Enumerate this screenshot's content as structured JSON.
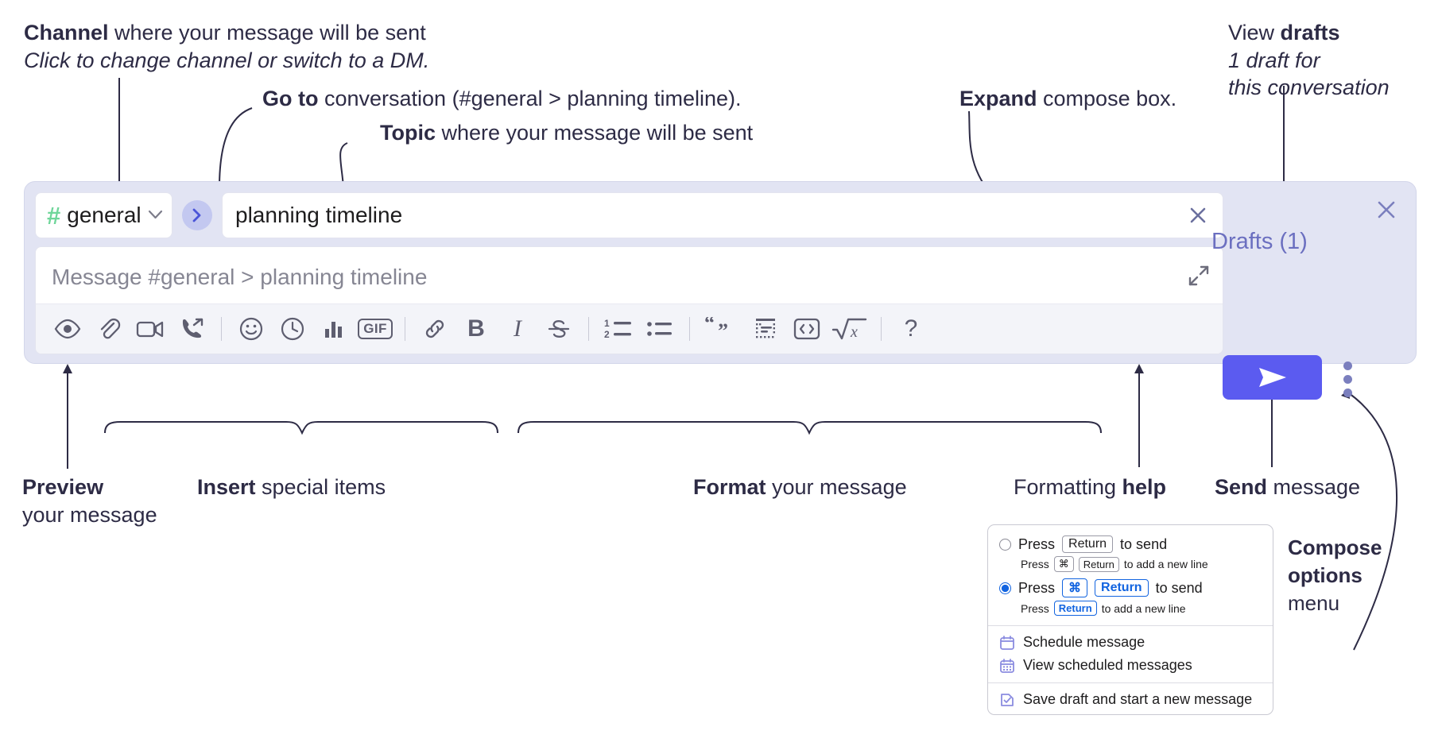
{
  "annotations": {
    "channel": {
      "line1_bold": "Channel",
      "line1_rest": " where your message will be sent",
      "line2": "Click to change channel or switch to a DM."
    },
    "goto": {
      "bold": "Go to",
      "rest": " conversation (#general > planning timeline)."
    },
    "topic": {
      "bold": "Topic",
      "rest": " where your message will be sent"
    },
    "expand": {
      "bold": "Expand",
      "rest": " compose box."
    },
    "drafts": {
      "line1_rest": "View ",
      "line1_bold": "drafts",
      "line2": "1 draft for",
      "line3": "this conversation"
    },
    "preview": {
      "bold": "Preview",
      "rest": "your message"
    },
    "insert": {
      "bold": "Insert",
      "rest": " special items"
    },
    "format": {
      "bold": "Format",
      "rest": " your message"
    },
    "help": {
      "rest": "Formatting ",
      "bold": "help"
    },
    "send": {
      "bold": "Send",
      "rest": " message"
    },
    "compose_options": {
      "line1": "Compose",
      "line2": "options",
      "line3": "menu"
    }
  },
  "compose": {
    "channel_button": {
      "hash": "#",
      "name": "general",
      "chevron": "⌄"
    },
    "goto_button": {
      "glyph": "›"
    },
    "topic": {
      "value": "planning timeline",
      "close_icon": "close-icon"
    },
    "message_input": {
      "placeholder": "Message #general > planning timeline",
      "value": ""
    },
    "expand_icon": "expand-icon",
    "close_icon": "close-icon",
    "drafts_label": "Drafts (1)",
    "send_icon": "send-paper-plane-icon",
    "options_icon": "kebab-menu-icon",
    "toolbar": [
      {
        "name": "preview-icon",
        "label": "Preview"
      },
      {
        "name": "attachment-icon",
        "label": "Attach file"
      },
      {
        "name": "video-camera-icon",
        "label": "Record video clip"
      },
      {
        "name": "phone-forward-icon",
        "label": "Record audio clip"
      },
      {
        "name": "separator",
        "label": ""
      },
      {
        "name": "emoji-icon",
        "label": "Emoji"
      },
      {
        "name": "clock-icon",
        "label": "Recent"
      },
      {
        "name": "poll-bar-chart-icon",
        "label": "Poll"
      },
      {
        "name": "gif-icon",
        "label": "GIF"
      },
      {
        "name": "separator",
        "label": ""
      },
      {
        "name": "link-icon",
        "label": "Link"
      },
      {
        "name": "bold-icon",
        "label": "B"
      },
      {
        "name": "italic-icon",
        "label": "I"
      },
      {
        "name": "strikethrough-icon",
        "label": "Strikethrough"
      },
      {
        "name": "separator",
        "label": ""
      },
      {
        "name": "ordered-list-icon",
        "label": "Ordered list"
      },
      {
        "name": "bulleted-list-icon",
        "label": "Bulleted list"
      },
      {
        "name": "separator",
        "label": ""
      },
      {
        "name": "blockquote-icon",
        "label": "Blockquote"
      },
      {
        "name": "code-block-icon",
        "label": "Code block"
      },
      {
        "name": "code-icon",
        "label": "Code"
      },
      {
        "name": "math-sqrt-icon",
        "label": "Math"
      },
      {
        "name": "separator",
        "label": ""
      },
      {
        "name": "help-icon",
        "label": "?"
      }
    ]
  },
  "options_menu": {
    "radio_options": [
      {
        "selected": false,
        "main": {
          "press": "Press",
          "key": "Return",
          "tail": "to send"
        },
        "sub": {
          "press": "Press",
          "key1": "⌘",
          "key2": "Return",
          "tail": "to add a new line"
        }
      },
      {
        "selected": true,
        "main": {
          "press": "Press",
          "key1": "⌘",
          "key2": "Return",
          "tail": "to send"
        },
        "sub": {
          "press": "Press",
          "key": "Return",
          "tail": "to add a new line"
        }
      }
    ],
    "items": [
      {
        "icon": "calendar-clock-icon",
        "label": "Schedule message"
      },
      {
        "icon": "calendar-grid-icon",
        "label": "View scheduled messages"
      },
      {
        "icon": "save-draft-icon",
        "label": "Save draft and start a new message"
      }
    ]
  },
  "colors": {
    "compose_bg": "#e2e4f3",
    "accent_purple": "#5b5bf0",
    "hash_green": "#6fd69a",
    "drafts_text": "#6b6fc0",
    "keycap_blue": "#1264e0",
    "annotation_text": "#2d2b45"
  }
}
